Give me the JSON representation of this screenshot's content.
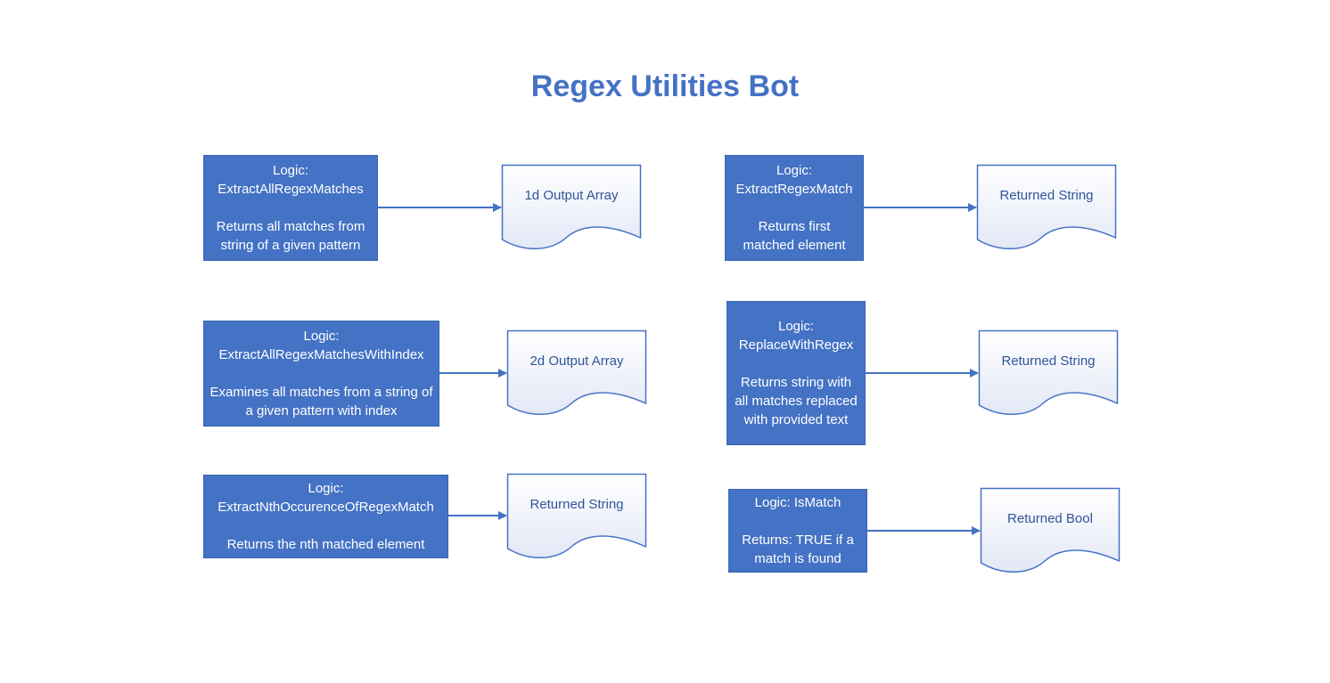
{
  "title": "Regex Utilities Bot",
  "colors": {
    "accent": "#4472C4",
    "document_text": "#2f5597",
    "document_fill_bottom": "#e3e8f6"
  },
  "nodes": [
    {
      "logic_prefix": "Logic:",
      "logic_name": "ExtractAllRegexMatches",
      "description": "Returns all matches from string of a given pattern",
      "output": "1d Output Array"
    },
    {
      "logic_prefix": "Logic:",
      "logic_name": "ExtractAllRegexMatchesWithIndex",
      "description": "Examines all matches from a string of a given pattern with index",
      "output": "2d Output Array"
    },
    {
      "logic_prefix": "Logic:",
      "logic_name": "ExtractNthOccurenceOfRegexMatch",
      "description": "Returns the nth matched element",
      "output": "Returned String"
    },
    {
      "logic_prefix": "Logic:",
      "logic_name": "ExtractRegexMatch",
      "description": "Returns first matched element",
      "output": "Returned String"
    },
    {
      "logic_prefix": "Logic:",
      "logic_name": "ReplaceWithRegex",
      "description": "Returns string with all matches replaced with provided text",
      "output": "Returned String"
    },
    {
      "logic_prefix": "Logic: IsMatch",
      "logic_name": "",
      "description": "Returns: TRUE if a match is found",
      "output": "Returned Bool"
    }
  ]
}
